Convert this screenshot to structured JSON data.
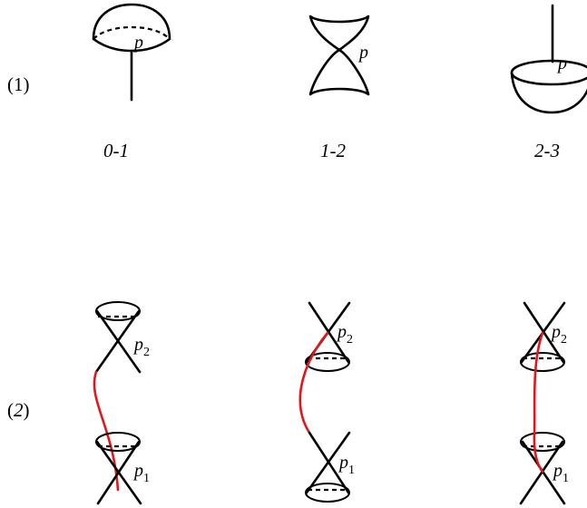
{
  "row1": {
    "label": "(1)",
    "items": [
      {
        "point": "p",
        "caption": "0-1"
      },
      {
        "point": "p",
        "caption": "1-2"
      },
      {
        "point": "p",
        "caption": "2-3"
      }
    ]
  },
  "row2": {
    "label_open": "(",
    "label_num": "2",
    "label_close": ")",
    "items": [
      {
        "top_point": "p",
        "top_sub": "2",
        "bottom_point": "p",
        "bottom_sub": "1"
      },
      {
        "top_point": "p",
        "top_sub": "2",
        "bottom_point": "p",
        "bottom_sub": "1"
      },
      {
        "top_point": "p",
        "top_sub": "2",
        "bottom_point": "p",
        "bottom_sub": "1"
      }
    ]
  },
  "colors": {
    "path": "#e3161b",
    "ink": "#000000"
  }
}
